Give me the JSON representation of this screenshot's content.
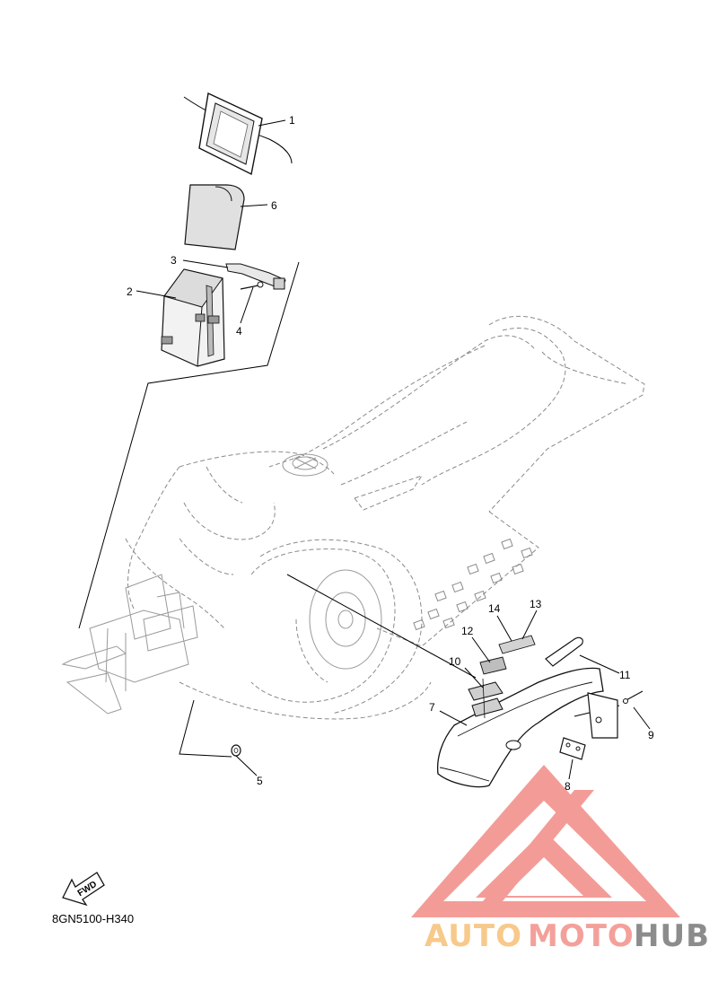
{
  "diagram_code": "8GN5100-H340",
  "direction_label": "FWD",
  "callouts": [
    {
      "id": "c1",
      "label": "1"
    },
    {
      "id": "c2",
      "label": "2"
    },
    {
      "id": "c3",
      "label": "3"
    },
    {
      "id": "c4",
      "label": "4"
    },
    {
      "id": "c5",
      "label": "5"
    },
    {
      "id": "c6",
      "label": "6"
    },
    {
      "id": "c7",
      "label": "7"
    },
    {
      "id": "c8",
      "label": "8"
    },
    {
      "id": "c9",
      "label": "9"
    },
    {
      "id": "c10",
      "label": "10"
    },
    {
      "id": "c11",
      "label": "11"
    },
    {
      "id": "c12",
      "label": "12"
    },
    {
      "id": "c13",
      "label": "13"
    },
    {
      "id": "c14",
      "label": "14"
    }
  ],
  "watermark": {
    "parts": [
      "AUTO",
      "MOTO",
      "HUB"
    ],
    "colors": {
      "auto": "#f7c98a",
      "moto": "#f4a09a",
      "hub": "#8c8c8c",
      "logo": "#f28b86"
    }
  }
}
